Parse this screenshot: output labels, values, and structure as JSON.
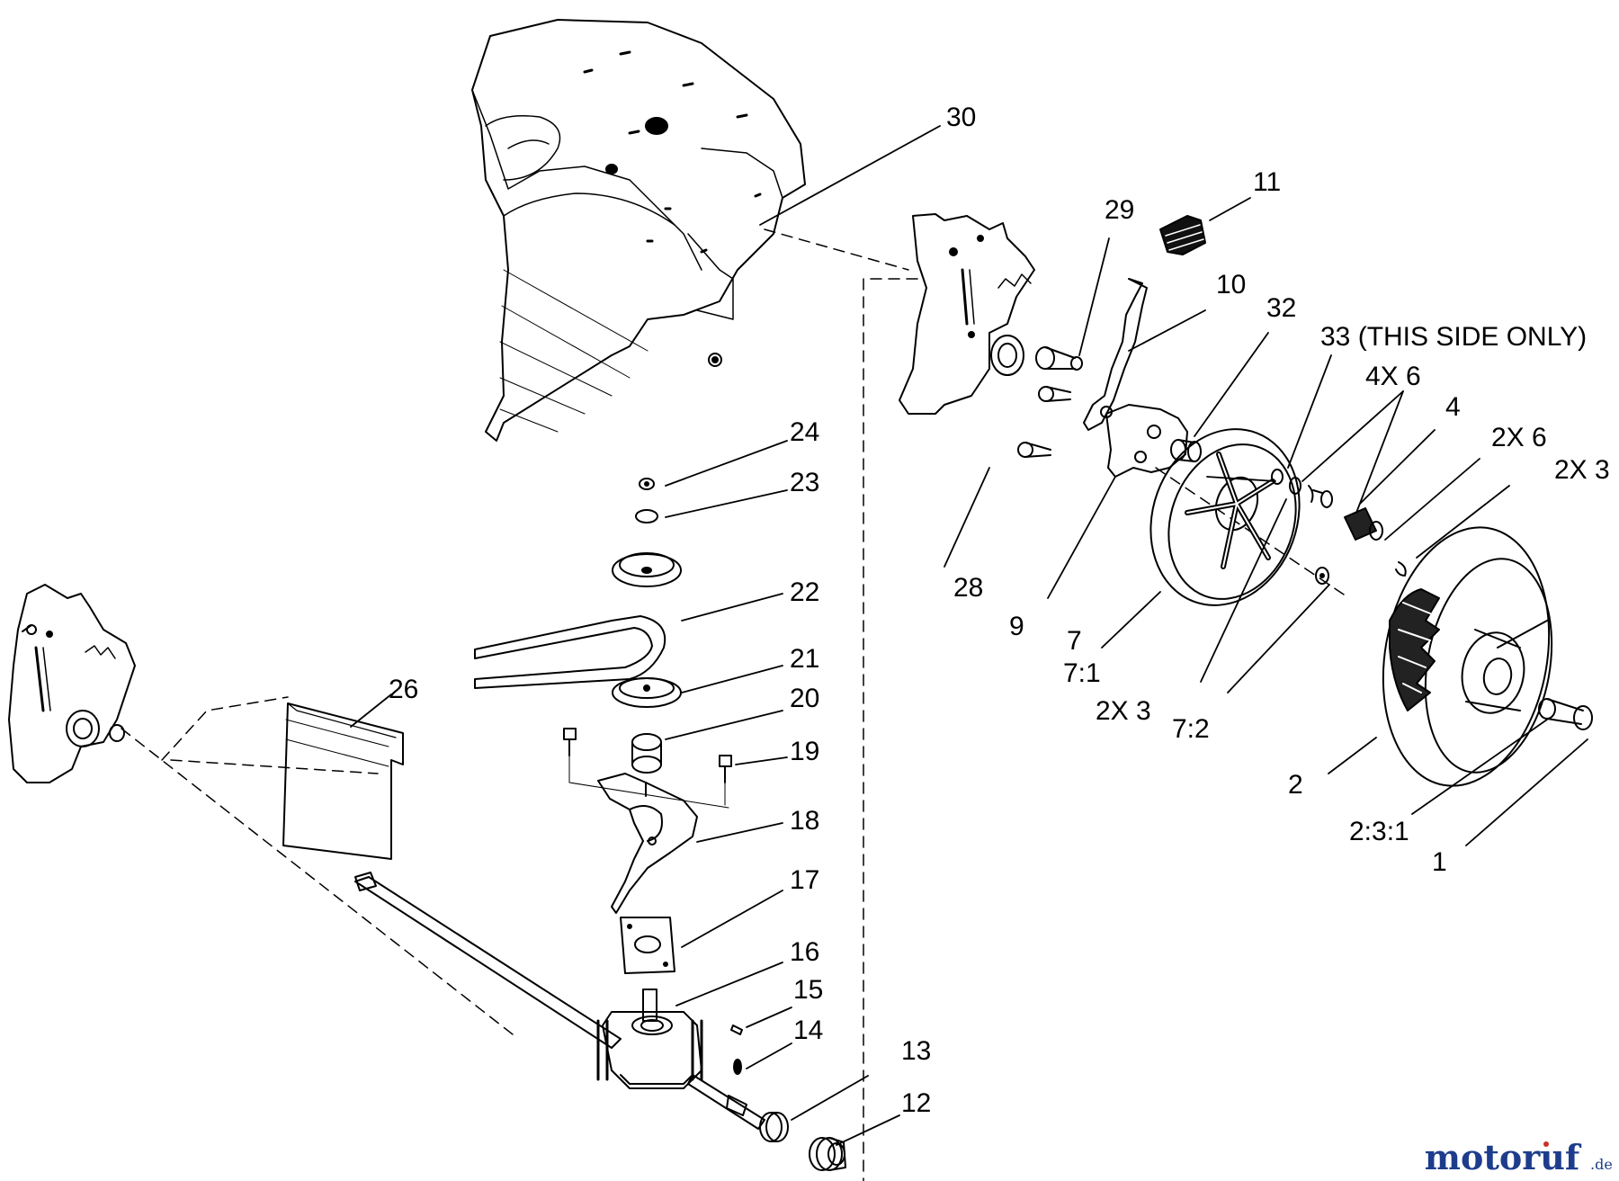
{
  "callouts": [
    {
      "id": "c30",
      "label": "30"
    },
    {
      "id": "c29",
      "label": "29"
    },
    {
      "id": "c11",
      "label": "11"
    },
    {
      "id": "c10",
      "label": "10"
    },
    {
      "id": "c32",
      "label": "32"
    },
    {
      "id": "c33",
      "label": "33 (THIS SIDE ONLY)"
    },
    {
      "id": "c4x6",
      "label": "4X 6"
    },
    {
      "id": "c4",
      "label": "4"
    },
    {
      "id": "c2x6",
      "label": "2X 6"
    },
    {
      "id": "c2x3a",
      "label": "2X 3"
    },
    {
      "id": "c24",
      "label": "24"
    },
    {
      "id": "c23",
      "label": "23"
    },
    {
      "id": "c22",
      "label": "22"
    },
    {
      "id": "c21",
      "label": "21"
    },
    {
      "id": "c20",
      "label": "20"
    },
    {
      "id": "c19",
      "label": "19"
    },
    {
      "id": "c18",
      "label": "18"
    },
    {
      "id": "c17",
      "label": "17"
    },
    {
      "id": "c16",
      "label": "16"
    },
    {
      "id": "c15",
      "label": "15"
    },
    {
      "id": "c14",
      "label": "14"
    },
    {
      "id": "c13",
      "label": "13"
    },
    {
      "id": "c12",
      "label": "12"
    },
    {
      "id": "c26",
      "label": "26"
    },
    {
      "id": "c28",
      "label": "28"
    },
    {
      "id": "c9",
      "label": "9"
    },
    {
      "id": "c7",
      "label": "7"
    },
    {
      "id": "c71",
      "label": "7:1"
    },
    {
      "id": "c2x3b",
      "label": "2X 3"
    },
    {
      "id": "c72",
      "label": "7:2"
    },
    {
      "id": "c2",
      "label": "2"
    },
    {
      "id": "c231",
      "label": "2:3:1"
    },
    {
      "id": "c1",
      "label": "1"
    }
  ],
  "watermark": {
    "brand": "motoruf",
    "suffix": ".de"
  },
  "colors": {
    "line": "#000000",
    "background": "#ffffff",
    "watermark": "#1d3d8c",
    "watermark_accent": "#c8322a"
  }
}
